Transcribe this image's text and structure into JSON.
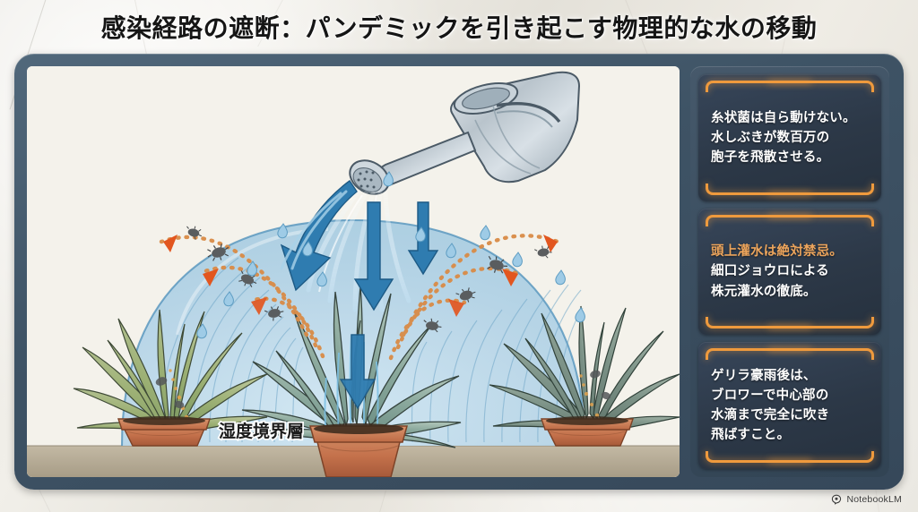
{
  "title": "感染経路の遮断：パンデミックを引き起こす物理的な水の移動",
  "illustration": {
    "label_boundary_layer": "湿度境界層",
    "elements": {
      "watering_can": "watering-can-icon",
      "rose_head": "sprinkler-rose-icon",
      "water_streams": "water-stream",
      "splash_arrows": "down-arrow-icon",
      "spore_dispersal_arcs": "dotted-arc",
      "spore_glyphs": "spore-icon",
      "droplets": "water-droplet-icon",
      "plants": [
        "infected-plant-left",
        "watered-plant-center",
        "healthy-plant-right"
      ],
      "pots": "terracotta-pot",
      "humidity_dome": "humidity-dome",
      "ground": "soil-ground"
    },
    "colors": {
      "dome_fill": "#aacfe6",
      "arrow_blue": "#2f7cb0",
      "arc_orange": "#d98b46",
      "arrowhead_orange": "#e2561f",
      "pot_terracotta": "#c4714b",
      "leaf_green_center": "#7f9f93",
      "leaf_green_left": "#93a86a",
      "leaf_green_right": "#73887c",
      "ground_tan": "#b6ac98",
      "canvas": "#f4f2eb"
    }
  },
  "sidebar": {
    "accent_color": "#eda55c",
    "bracket_color": "#ef9a3d",
    "panel_bg": "#2c3847",
    "notes": [
      {
        "id": "note-spore-dispersal",
        "lines": [
          {
            "text": "糸状菌は自ら動けない。",
            "accent": false
          },
          {
            "text": "水しぶきが数百万の",
            "accent": false
          },
          {
            "text": "胞子を飛散させる。",
            "accent": false
          }
        ]
      },
      {
        "id": "note-no-overhead-watering",
        "lines": [
          {
            "text": "頭上灌水は絶対禁忌。",
            "accent": true
          },
          {
            "text": "細口ジョウロによる",
            "accent": false
          },
          {
            "text": "株元灌水の徹底。",
            "accent": false
          }
        ]
      },
      {
        "id": "note-blower-after-rain",
        "lines": [
          {
            "text": "ゲリラ豪雨後は、",
            "accent": false
          },
          {
            "text": "ブロワーで中心部の",
            "accent": false
          },
          {
            "text": "水滴まで完全に吹き",
            "accent": false
          },
          {
            "text": "飛ばすこと。",
            "accent": false
          }
        ]
      }
    ]
  },
  "watermark": {
    "icon": "notebooklm-icon",
    "label": "NotebookLM"
  },
  "frame": {
    "border_color": "#3e5365",
    "background_texture": "marble-stone"
  }
}
